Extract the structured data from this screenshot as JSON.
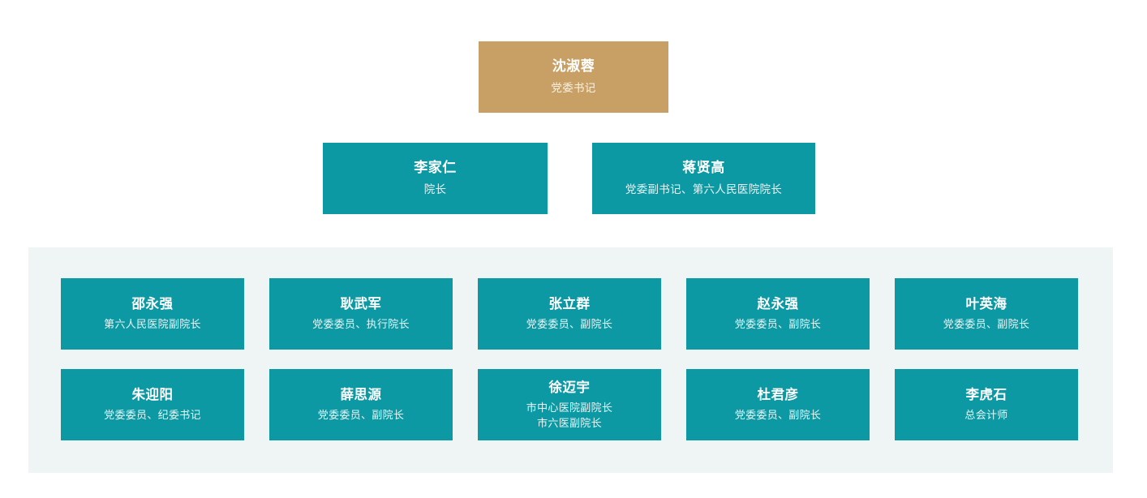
{
  "colors": {
    "accent_teal": "#0c99a4",
    "accent_tan": "#c8a065",
    "panel_background": "#eff5f5",
    "page_background": "#ffffff",
    "name_text": "#ffffff",
    "title_text": "#e6f6f7"
  },
  "level1": [
    {
      "name": "沈淑蓉",
      "titles": [
        "党委书记"
      ]
    }
  ],
  "level2": [
    {
      "name": "李家仁",
      "titles": [
        "院长"
      ]
    },
    {
      "name": "蒋贤高",
      "titles": [
        "党委副书记、第六人民医院院长"
      ]
    }
  ],
  "level3": [
    {
      "name": "邵永强",
      "titles": [
        "第六人民医院副院长"
      ]
    },
    {
      "name": "耿武军",
      "titles": [
        "党委委员、执行院长"
      ]
    },
    {
      "name": "张立群",
      "titles": [
        "党委委员、副院长"
      ]
    },
    {
      "name": "赵永强",
      "titles": [
        "党委委员、副院长"
      ]
    },
    {
      "name": "叶英海",
      "titles": [
        "党委委员、副院长"
      ]
    },
    {
      "name": "朱迎阳",
      "titles": [
        "党委委员、纪委书记"
      ]
    },
    {
      "name": "薛思源",
      "titles": [
        "党委委员、副院长"
      ]
    },
    {
      "name": "徐迈宇",
      "titles": [
        "市中心医院副院长",
        "市六医副院长"
      ]
    },
    {
      "name": "杜君彦",
      "titles": [
        "党委委员、副院长"
      ]
    },
    {
      "name": "李虎石",
      "titles": [
        "总会计师"
      ]
    }
  ]
}
